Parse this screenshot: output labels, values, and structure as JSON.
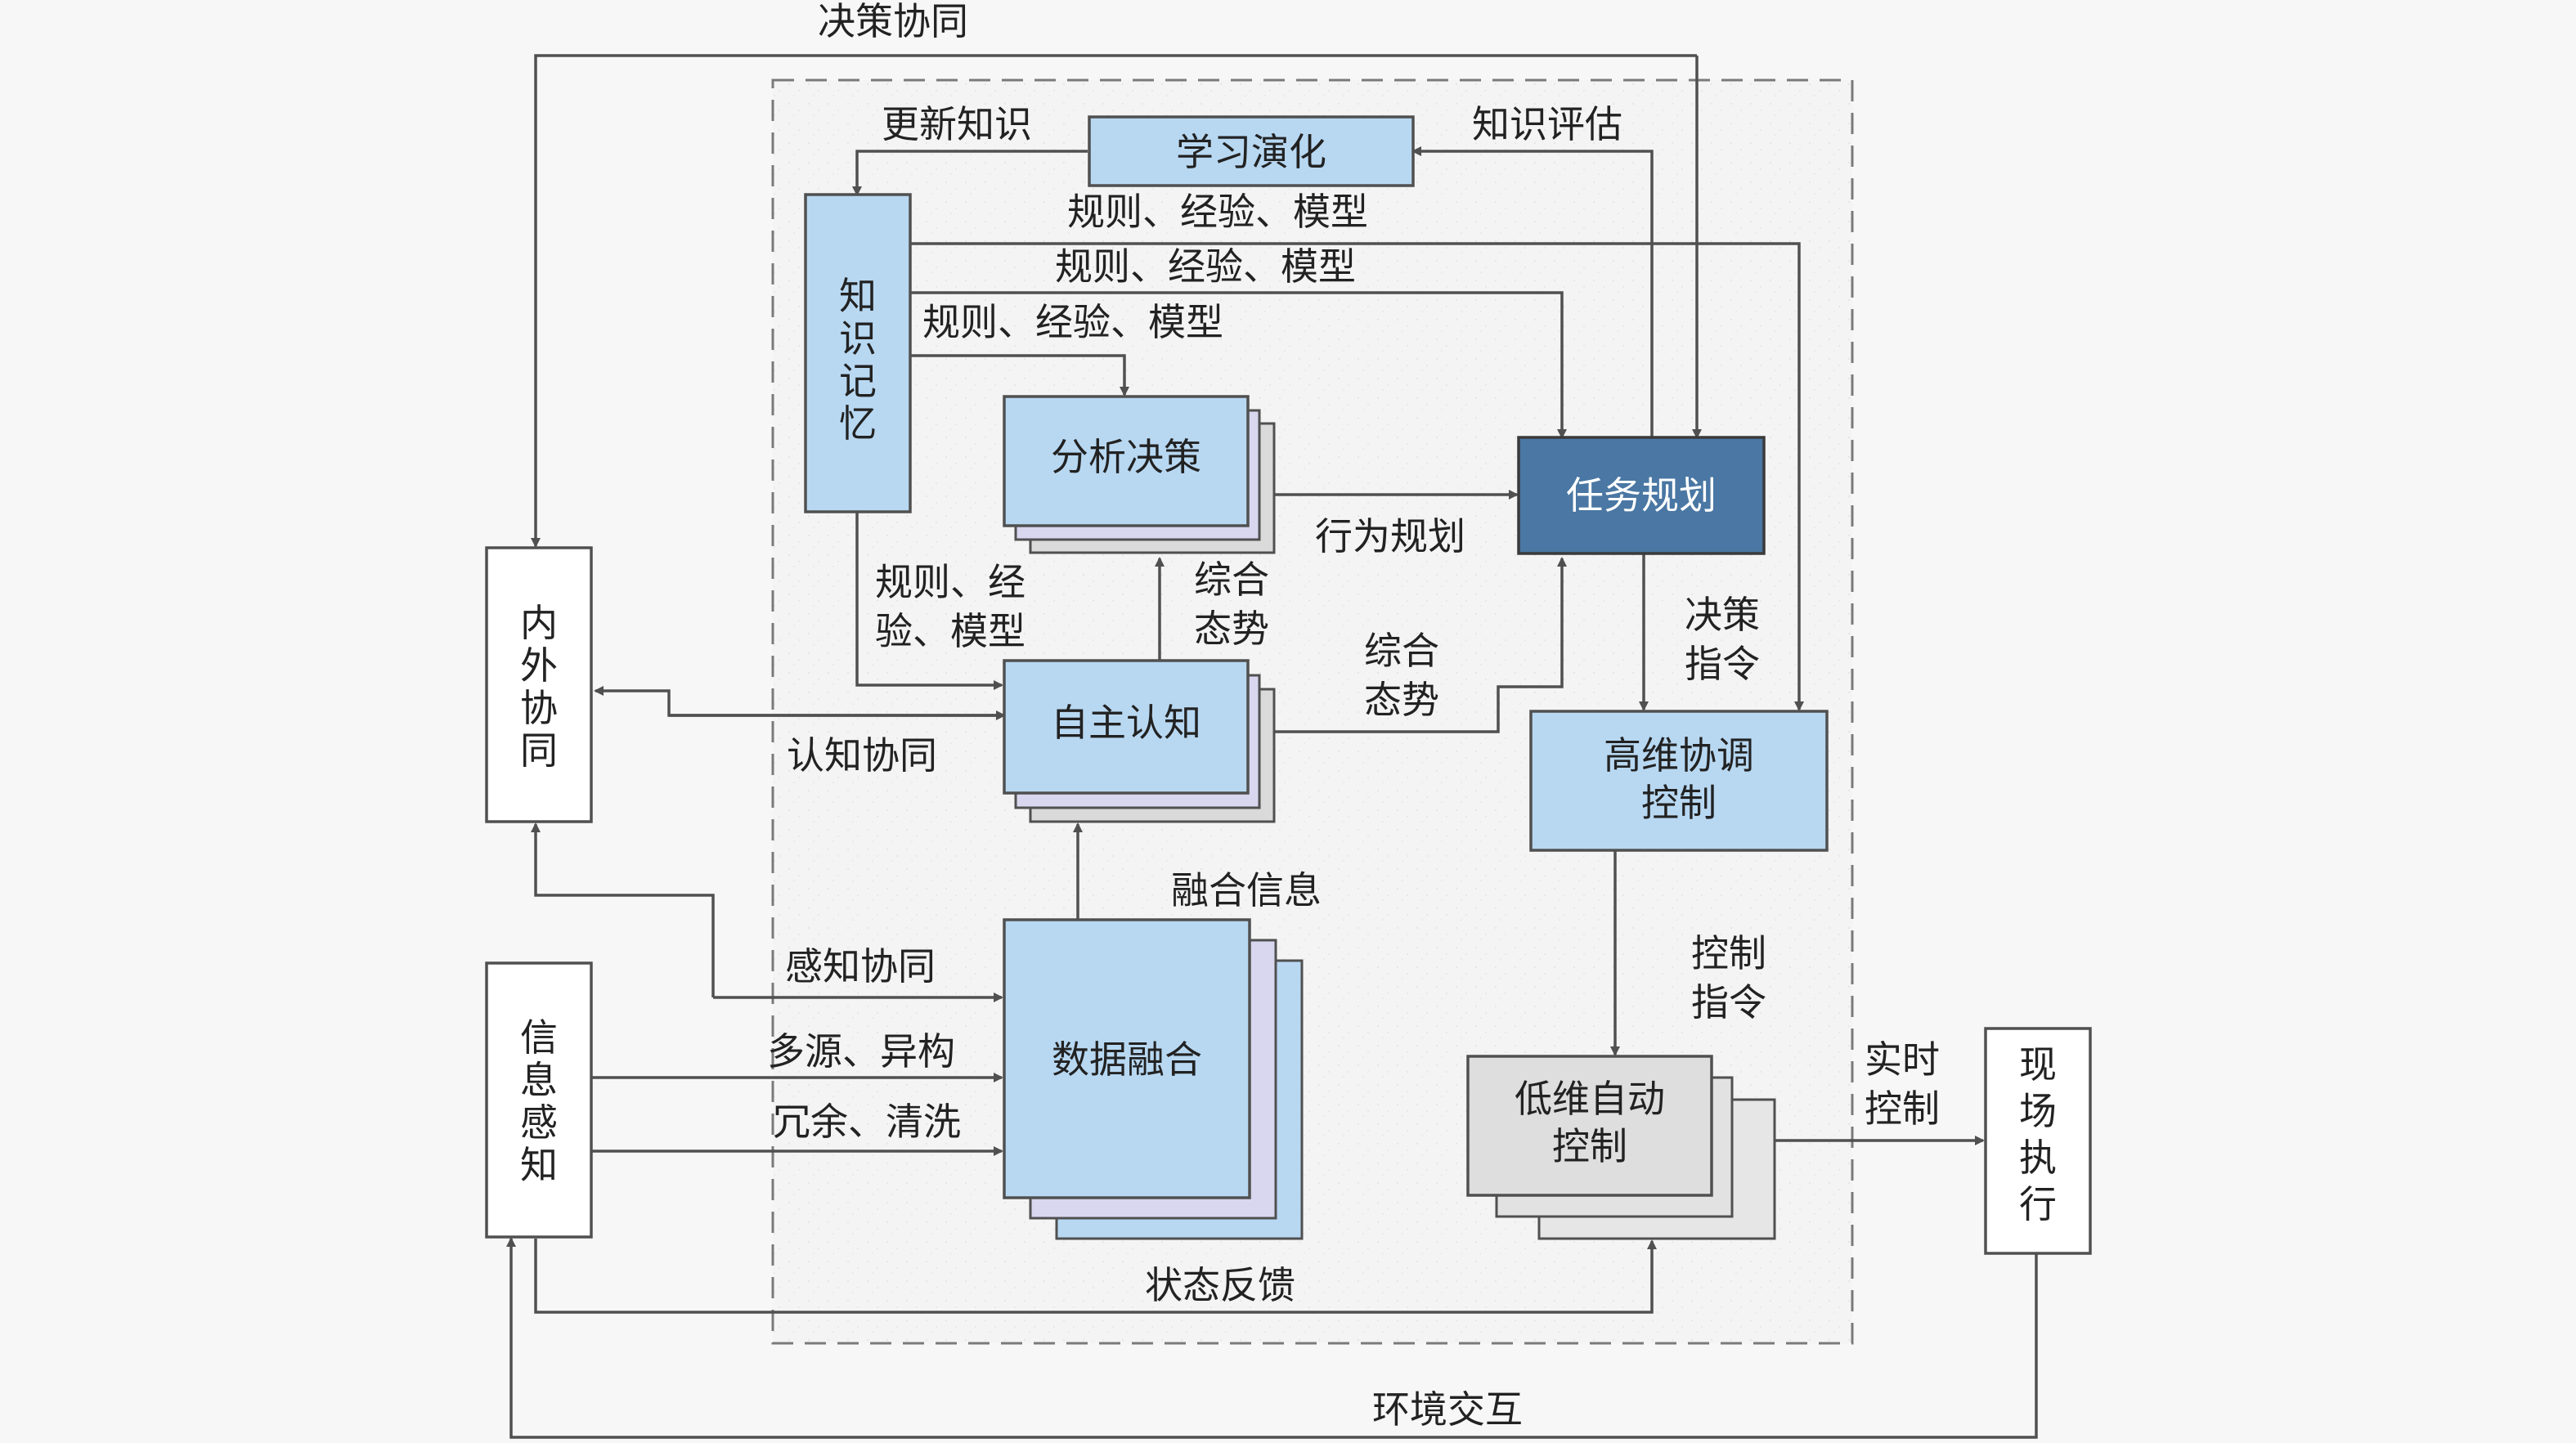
{
  "nodes": {
    "learning": "学习演化",
    "knowledge": [
      "知",
      "识",
      "记",
      "忆"
    ],
    "analysis": "分析决策",
    "task": "任务规划",
    "cognition": "自主认知",
    "high_ctrl": [
      "高维协调",
      "控制"
    ],
    "fusion": "数据融合",
    "low_ctrl": [
      "低维自动",
      "控制"
    ],
    "inner_outer": [
      "内",
      "外",
      "协",
      "同"
    ],
    "sensing": [
      "信",
      "息",
      "感",
      "知"
    ],
    "field": [
      "现",
      "场",
      "执",
      "行"
    ]
  },
  "edges": {
    "decision_coop": "决策协同",
    "update_knowledge": "更新知识",
    "knowledge_eval": "知识评估",
    "rules_1": "规则、经验、模型",
    "rules_2": "规则、经验、模型",
    "rules_3": "规则、经验、模型",
    "rules_4": [
      "规则、经",
      "验、模型"
    ],
    "situation_1": [
      "综合",
      "态势"
    ],
    "situation_2": [
      "综合",
      "态势"
    ],
    "behavior_plan": "行为规划",
    "decision_cmd": [
      "决策",
      "指令"
    ],
    "cognition_coop": "认知协同",
    "fused_info": "融合信息",
    "perception_coop": "感知协同",
    "multi_source": "多源、异构",
    "redundant": "冗余、清洗",
    "control_cmd": [
      "控制",
      "指令"
    ],
    "realtime_ctrl": [
      "实时",
      "控制"
    ],
    "state_feedback": "状态反馈",
    "env_interact": "环境交互"
  },
  "colors": {
    "blue_fill": "#b8d8f2",
    "dark_fill": "#4a77a3",
    "gray_fill": "#dedede",
    "shadow_purple": "#d9d6ef",
    "line": "#505050",
    "dash": "#7a7a7a"
  }
}
